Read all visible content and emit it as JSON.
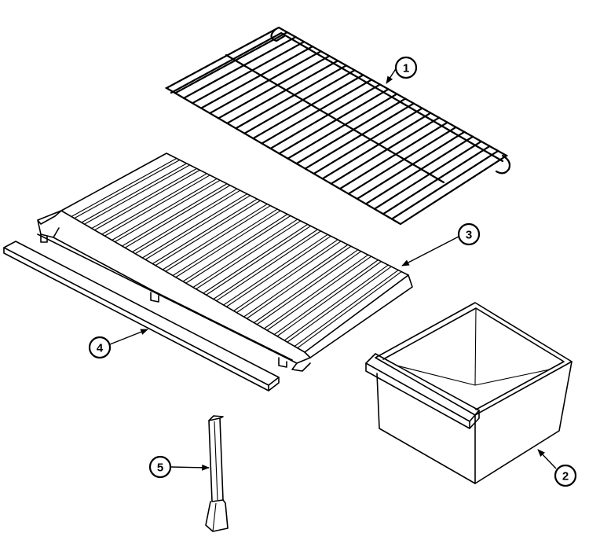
{
  "callouts": [
    {
      "id": "1",
      "part": "wire-shelf"
    },
    {
      "id": "2",
      "part": "crisper-drawer"
    },
    {
      "id": "3",
      "part": "glass-frame-shelf"
    },
    {
      "id": "4",
      "part": "shelf-front-trim"
    },
    {
      "id": "5",
      "part": "shelf-support-post"
    }
  ]
}
